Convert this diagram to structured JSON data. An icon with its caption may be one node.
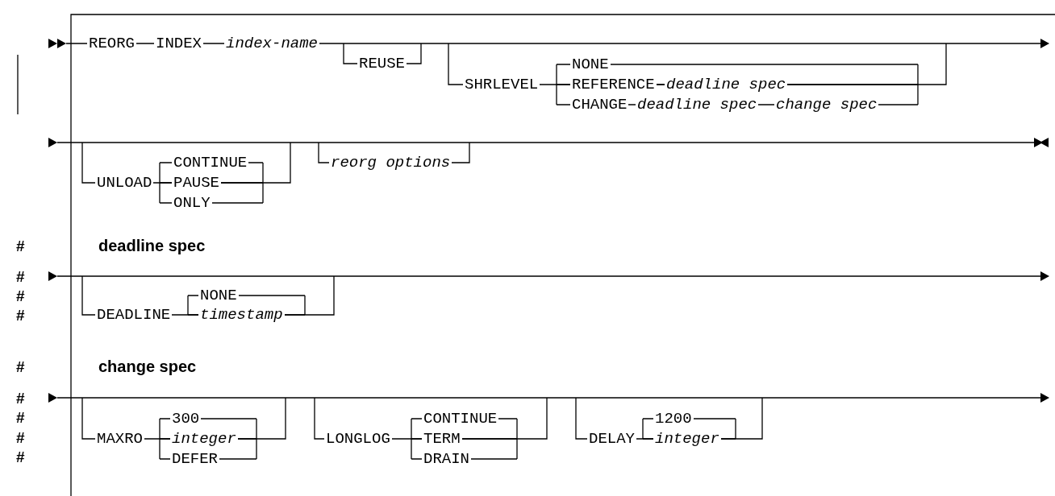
{
  "diagram": {
    "labels": [
      "REORG",
      "INDEX",
      "index-name",
      "REUSE",
      "NONE",
      "SHRLEVEL",
      "REFERENCE",
      "deadline spec",
      "CHANGE",
      "deadline spec",
      "change spec",
      "UNLOAD",
      "CONTINUE",
      "PAUSE",
      "ONLY",
      "reorg options",
      "#",
      "deadline spec",
      "#",
      "#",
      "#",
      "DEADLINE",
      "NONE",
      "timestamp",
      "#",
      "change spec",
      "#",
      "#",
      "#",
      "#",
      "MAXRO",
      "300",
      "integer",
      "DEFER",
      "LONGLOG",
      "CONTINUE",
      "TERM",
      "DRAIN",
      "DELAY",
      "1200",
      "integer"
    ]
  }
}
